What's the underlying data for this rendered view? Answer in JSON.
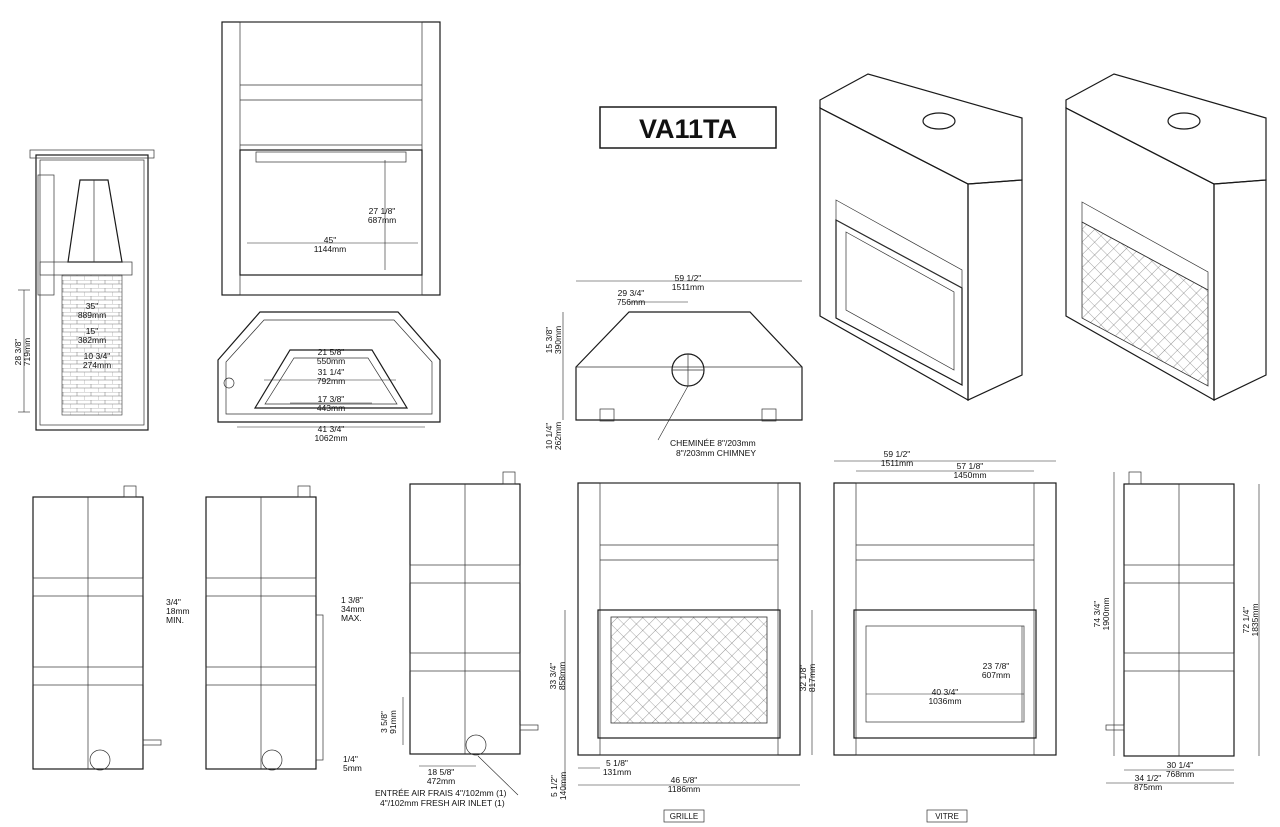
{
  "model": "VA11TA",
  "side_section": {
    "dims": [
      {
        "a": "35\"",
        "b": "889mm"
      },
      {
        "a": "15\"",
        "b": "382mm"
      },
      {
        "a": "10 3/4\"",
        "b": "274mm"
      },
      {
        "a": "28 3/8\"",
        "b": "719mm"
      }
    ]
  },
  "front_top": {
    "height": {
      "a": "27 1/8\"",
      "b": "687mm"
    },
    "width": {
      "a": "45\"",
      "b": "1144mm"
    }
  },
  "plan_view": {
    "dims": [
      {
        "a": "21 5/8\"",
        "b": "550mm"
      },
      {
        "a": "31 1/4\"",
        "b": "792mm"
      },
      {
        "a": "17 3/8\"",
        "b": "443mm"
      },
      {
        "a": "41 3/4\"",
        "b": "1062mm"
      }
    ]
  },
  "top_view": {
    "overall": {
      "a": "59 1/2\"",
      "b": "1511mm"
    },
    "center": {
      "a": "29 3/4\"",
      "b": "756mm"
    },
    "depth_side": {
      "a": "15 3/8\"",
      "b": "390mm"
    },
    "depth": {
      "a": "10 1/4\"",
      "b": "262mm"
    },
    "chimney_fr": "CHEMINÉE 8\"/203mm",
    "chimney_en": "8\"/203mm CHIMNEY"
  },
  "side_views": {
    "clearance_1": {
      "a": "3/4\"",
      "b": "18mm",
      "c": "MIN."
    },
    "clearance_2": {
      "a": "1 3/8\"",
      "b": "34mm",
      "c": "MAX."
    },
    "clearance_3": {
      "a": "1/4\"",
      "b": "5mm"
    },
    "inlet_height": {
      "a": "3 5/8\"",
      "b": "91mm"
    },
    "inlet_offset": {
      "a": "18 5/8\"",
      "b": "472mm"
    },
    "fresh_air_fr": "ENTRÉE AIR FRAIS 4\"/102mm (1)",
    "fresh_air_en": "4\"/102mm FRESH AIR INLET (1)"
  },
  "front_grille": {
    "label": "GRILLE",
    "height": {
      "a": "33 3/4\"",
      "b": "858mm"
    },
    "bottom": {
      "a": "5 1/2\"",
      "b": "140mm"
    },
    "side": {
      "a": "5 1/8\"",
      "b": "131mm"
    },
    "width": {
      "a": "46 5/8\"",
      "b": "1186mm"
    }
  },
  "front_glass": {
    "label": "VITRE",
    "overall": {
      "a": "59 1/2\"",
      "b": "1511mm"
    },
    "inner": {
      "a": "57 1/8\"",
      "b": "1450mm"
    },
    "height": {
      "a": "32 1/8\"",
      "b": "817mm"
    },
    "glass_h": {
      "a": "23 7/8\"",
      "b": "607mm"
    },
    "glass_w": {
      "a": "40 3/4\"",
      "b": "1036mm"
    }
  },
  "right_side": {
    "total_h": {
      "a": "74 3/4\"",
      "b": "1900mm"
    },
    "body_h": {
      "a": "72 1/4\"",
      "b": "1835mm"
    },
    "width": {
      "a": "30 1/4\"",
      "b": "768mm"
    },
    "overall_w": {
      "a": "34 1/2\"",
      "b": "875mm"
    }
  }
}
